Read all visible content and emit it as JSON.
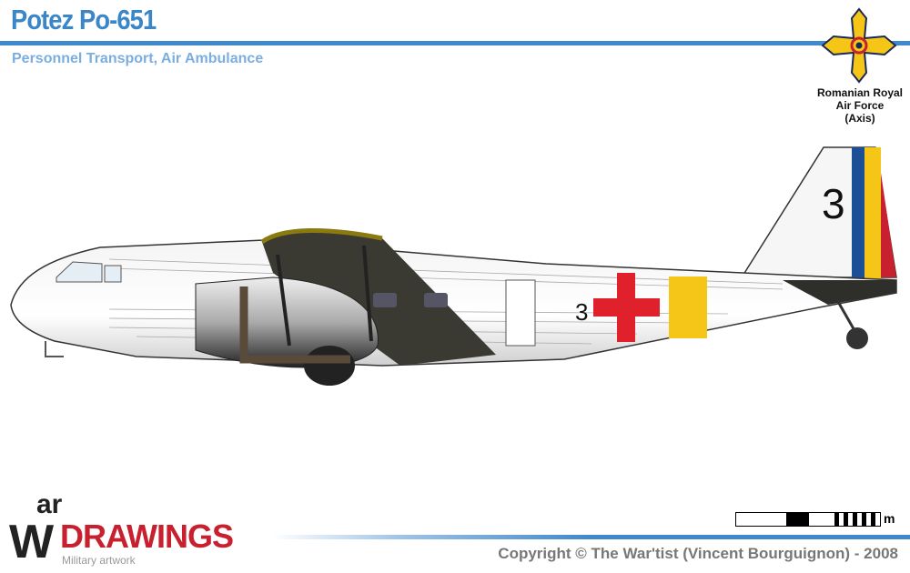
{
  "header": {
    "title": "Potez Po-651",
    "subtitle": "Personnel Transport, Air Ambulance"
  },
  "insignia": {
    "label_line1": "Romanian Royal",
    "label_line2": "Air Force",
    "label_line3": "(Axis)",
    "colors": {
      "cross": "#f5c518",
      "outline": "#1a2a55",
      "roundel_red": "#c8202e"
    }
  },
  "aircraft": {
    "fuselage_code": "3",
    "tail_code": "3",
    "colors": {
      "camo": "#3a3a32",
      "wing_edge": "#8a7a10",
      "cross": "#e0202a",
      "band": "#f5c518",
      "rudder_blue": "#1d4f96",
      "rudder_yellow": "#f5c518",
      "rudder_red": "#c8202e"
    }
  },
  "footer": {
    "logo_ar": "ar",
    "logo_w": "W",
    "logo_drawings": "DRAWINGS",
    "logo_sub": "Military artwork",
    "scale_unit": "m",
    "copyright": "Copyright © The War'tist (Vincent Bourguignon) - 2008"
  }
}
